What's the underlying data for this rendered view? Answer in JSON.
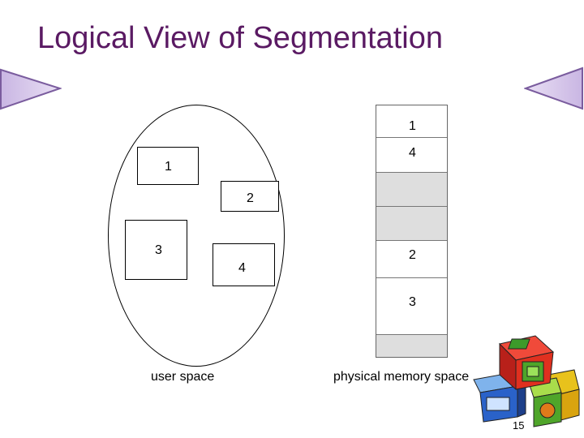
{
  "slide": {
    "title": "Logical View of Segmentation",
    "page_number": "15",
    "title_color": "#5a1a63",
    "nav_left_icon": "triangle-right-icon",
    "nav_right_icon": "triangle-left-icon"
  },
  "user_space": {
    "label": "user space",
    "segments": [
      "1",
      "2",
      "3",
      "4"
    ]
  },
  "physical_memory": {
    "label": "physical memory space",
    "blocks": [
      "1",
      "4",
      "",
      "",
      "2",
      "3",
      ""
    ]
  },
  "clipart": {
    "icon": "toy-blocks-icon"
  }
}
